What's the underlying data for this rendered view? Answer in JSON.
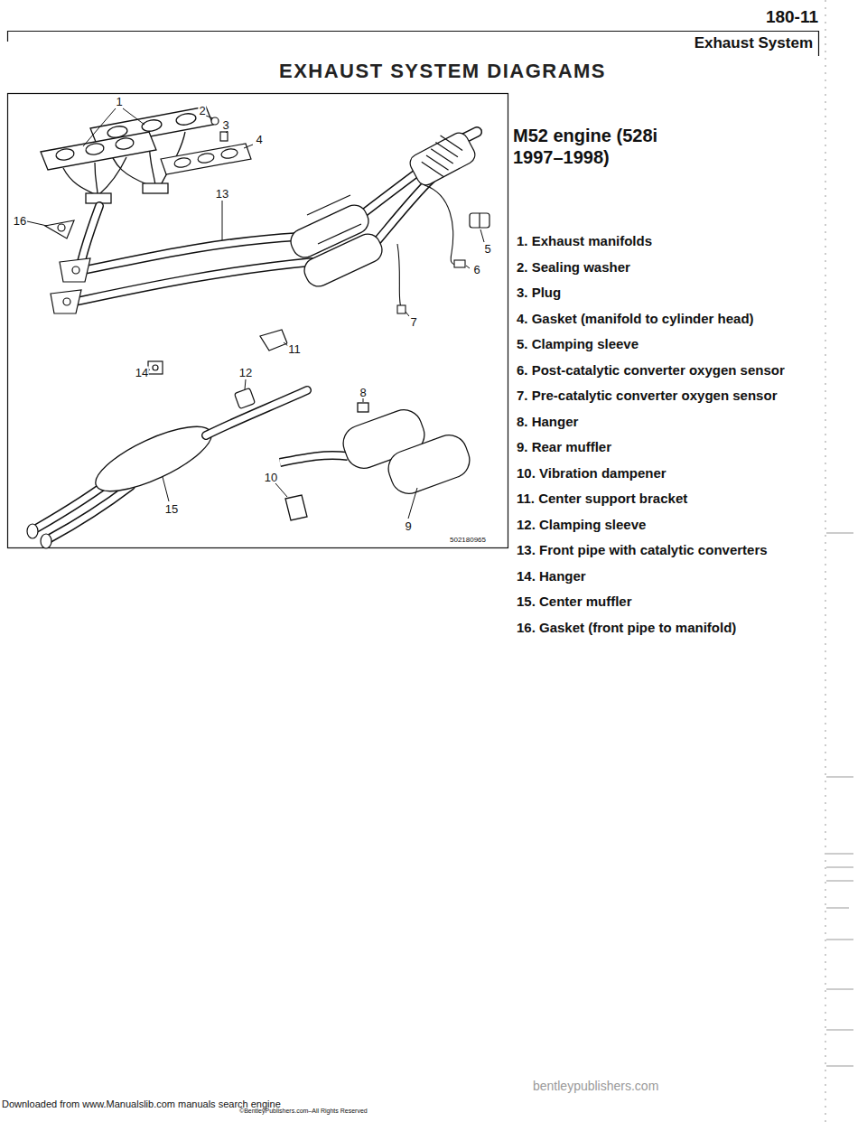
{
  "diagram": {
    "title": "EXHAUST SYSTEM DIAGRAMS",
    "labels": [
      "180-11",
      "Exhaust System",
      "M52 engine (528i 1997–1998)",
      "1. Exhaust manifolds",
      "2. Sealing washer",
      "3. Plug",
      "4. Gasket (manifold to cylinder head)",
      "5. Clamping sleeve",
      "6. Post-catalytic converter oxygen sensor",
      "7. Pre-catalytic converter oxygen sensor",
      "8. Hanger",
      "9. Rear muffler",
      "10. Vibration dampener",
      "11. Center support bracket",
      "12. Clamping sleeve",
      "13. Front pipe with catalytic converters",
      "14. Hanger",
      "15. Center muffler",
      "16. Gasket (front pipe to manifold)",
      "1",
      "2",
      "3",
      "4",
      "13",
      "16",
      "5",
      "6",
      "7",
      "11",
      "14",
      "12",
      "8",
      "10",
      "15",
      "9",
      "502180965",
      "Downloaded from www.Manualslib.com manuals search engine",
      "©BentleyPublishers.com–All Rights Reserved",
      "bentleypublishers.com"
    ]
  }
}
